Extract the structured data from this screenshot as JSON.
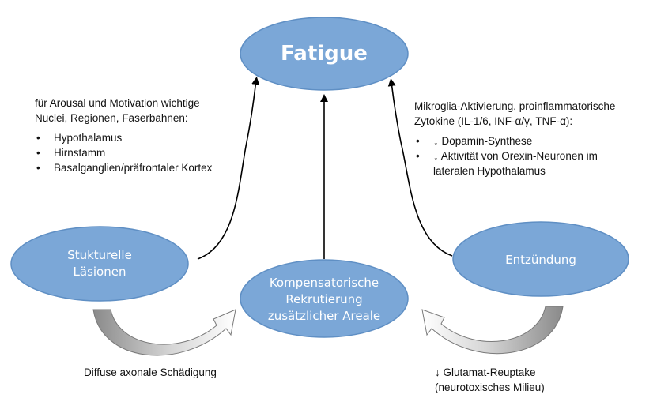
{
  "title": "Fatigue",
  "nodes": {
    "fatigue": {
      "label": "Fatigue"
    },
    "lesions": {
      "line1": "Stukturelle",
      "line2": "Läsionen"
    },
    "compensation": {
      "line1": "Kompensatorische",
      "line2": "Rekrutierung",
      "line3": "zusätzlicher Areale"
    },
    "inflammation": {
      "label": "Entzündung"
    }
  },
  "left_annotation": {
    "line1": "für Arousal und Motivation wichtige",
    "line2": "Nuclei, Regionen, Faserbahnen:",
    "bullet": "•",
    "items": [
      "Hypothalamus",
      "Hirnstamm",
      "Basalganglien/präfrontaler Kortex"
    ]
  },
  "right_annotation": {
    "line1": "Mikroglia-Aktivierung, proinflammatorische",
    "line2": "Zytokine (IL-1/6, INF-α/γ, TNF-α):",
    "bullet": "•",
    "items": [
      {
        "line1": "↓ Dopamin-Synthese"
      },
      {
        "line1": "↓ Aktivität von Orexin-Neuronen im",
        "line2": "lateralen Hypothalamus"
      }
    ]
  },
  "captions": {
    "left": "Diffuse axonale Schädigung",
    "right_line1": "↓ Glutamat-Reuptake",
    "right_line2": "(neurotoxisches Milieu)"
  },
  "colors": {
    "ellipse_fill": "#7ba7d7",
    "ellipse_stroke": "#5f8fc4",
    "arrow": "#000000",
    "curved_arrow_light": "#ffffff",
    "curved_arrow_dark": "#8c8c8c"
  }
}
